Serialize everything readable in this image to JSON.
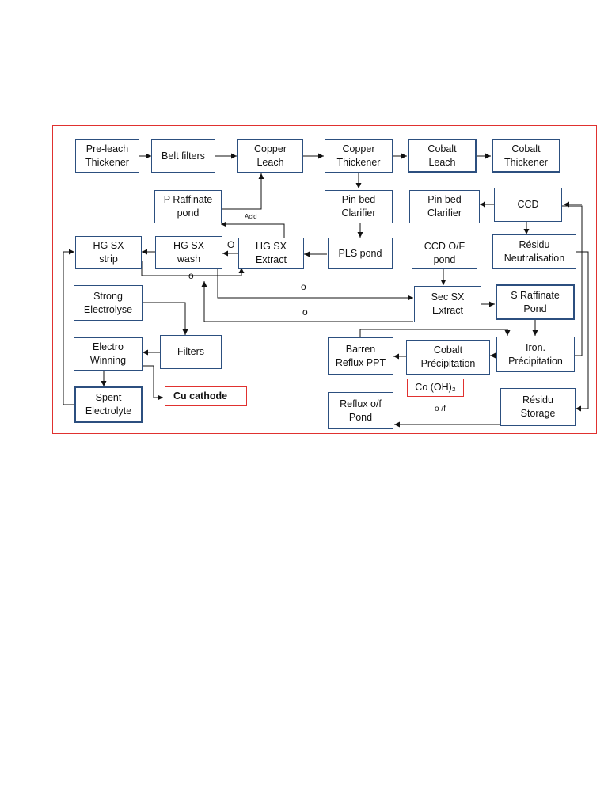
{
  "boxes": {
    "preleach_thickener": "Pre-leach\nThickener",
    "belt_filters": "Belt filters",
    "copper_leach": "Copper\nLeach",
    "copper_thickener": "Copper\nThickener",
    "cobalt_leach": "Cobalt\nLeach",
    "cobalt_thickener": "Cobalt\nThickener",
    "p_raffinate_pond": "P Raffinate\npond",
    "pin_bed_clarifier_1": "Pin bed\nClarifier",
    "pin_bed_clarifier_2": "Pin bed\nClarifier",
    "ccd": "CCD",
    "hg_sx_strip": "HG SX\nstrip",
    "hg_sx_wash": "HG SX\nwash",
    "hg_sx_extract": "HG SX\nExtract",
    "pls_pond": "PLS pond",
    "ccd_of_pond": "CCD O/F\npond",
    "residu_neutralisation": "Résidu\nNeutralisation",
    "strong_electrolyse": "Strong\nElectrolyse",
    "sec_sx_extract": "Sec SX\nExtract",
    "s_raffinate_pond": "S Raffinate\nPond",
    "filters": "Filters",
    "electro_winning": "Electro\nWinning",
    "barren_reflux_ppt": "Barren\nReflux PPT",
    "cobalt_precipitation": "Cobalt\nPrécipitation",
    "iron_precipitation": "Iron.\nPrécipitation",
    "spent_electrolyte": "Spent\nElectrolyte",
    "cu_cathode": "Cu cathode",
    "co_oh2": "Co (OH)₂",
    "reflux_of_pond": "Reflux o/f\nPond",
    "residu_storage": "Résidu\nStorage"
  },
  "labels": {
    "acid": "Acid",
    "o_marker": "O",
    "small_circle": "o",
    "of_label": "o /f"
  },
  "colors": {
    "box_border": "#2c4f7f",
    "frame": "#e0312f",
    "line": "#111111"
  }
}
